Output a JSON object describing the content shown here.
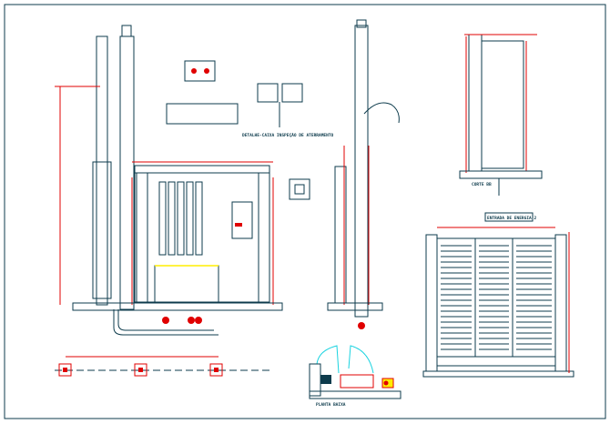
{
  "titles": {
    "grounding_detail": "DETALHE-CAIXA INSPEÇÃO DE ATERRAMENTO",
    "section_bb": "CORTE BB",
    "energy_entry": "ENTRADA DE ENERGIA 2",
    "floor_plan": "PLANTA BAIXA"
  },
  "colors": {
    "line": "#0d3b4c",
    "dimension": "#e00000",
    "arc": "#19d3e0",
    "highlight": "#ffee00"
  }
}
